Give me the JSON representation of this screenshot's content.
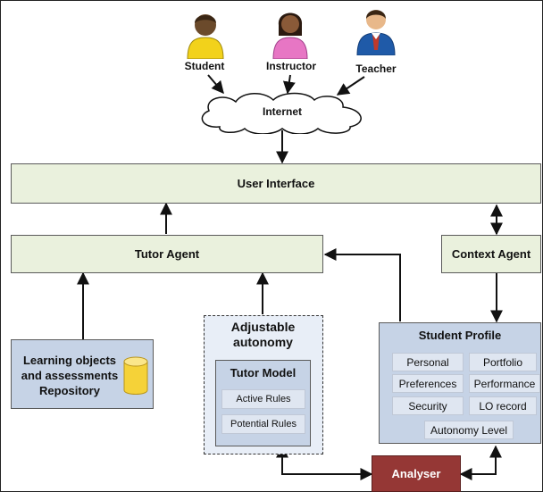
{
  "users": {
    "student": "Student",
    "instructor": "Instructor",
    "teacher": "Teacher"
  },
  "internet": "Internet",
  "user_interface": "User Interface",
  "tutor_agent": "Tutor Agent",
  "context_agent": "Context Agent",
  "repository": {
    "line1": "Learning objects",
    "line2": "and assessments",
    "line3": "Repository"
  },
  "autonomy": {
    "line1": "Adjustable",
    "line2": "autonomy"
  },
  "tutor_model": {
    "title": "Tutor Model",
    "active_rules": "Active Rules",
    "potential_rules": "Potential Rules"
  },
  "student_profile": {
    "title": "Student Profile",
    "personal": "Personal",
    "portfolio": "Portfolio",
    "preferences": "Preferences",
    "performance": "Performance",
    "security": "Security",
    "lo_record": "LO record",
    "autonomy_level": "Autonomy Level"
  },
  "analyser": "Analyser",
  "colors": {
    "green_box": "#eaf1dd",
    "blue_box": "#c6d3e6",
    "chip": "#dfe6f1",
    "analyser": "#953735"
  }
}
